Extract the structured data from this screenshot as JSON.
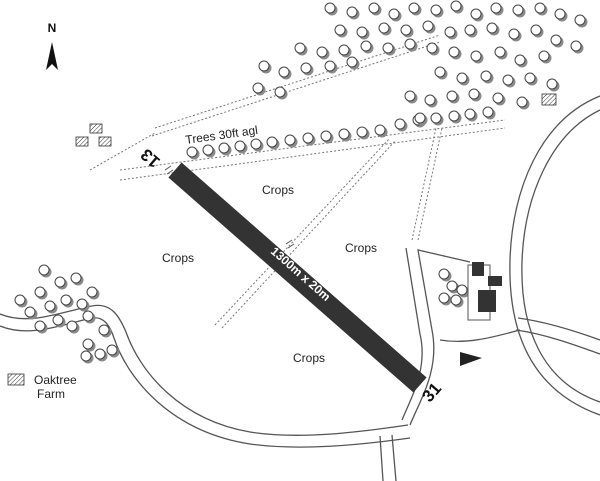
{
  "north_label": "N",
  "runway": {
    "dimensions": "1300m x 20m",
    "end_a": "13",
    "end_b": "31",
    "color": "#333333"
  },
  "labels": {
    "trees_note": "Trees 30ft agl",
    "crops": [
      "Crops",
      "Crops",
      "Crops",
      "Crops"
    ],
    "farm_line1": "Oaktree",
    "farm_line2": "Farm"
  },
  "colors": {
    "tree_fill": "#ffffff",
    "tree_stroke": "#444444",
    "tree_shadow": "#8a8a8a",
    "road": "#555555",
    "path": "#777777",
    "building": "#333333"
  }
}
